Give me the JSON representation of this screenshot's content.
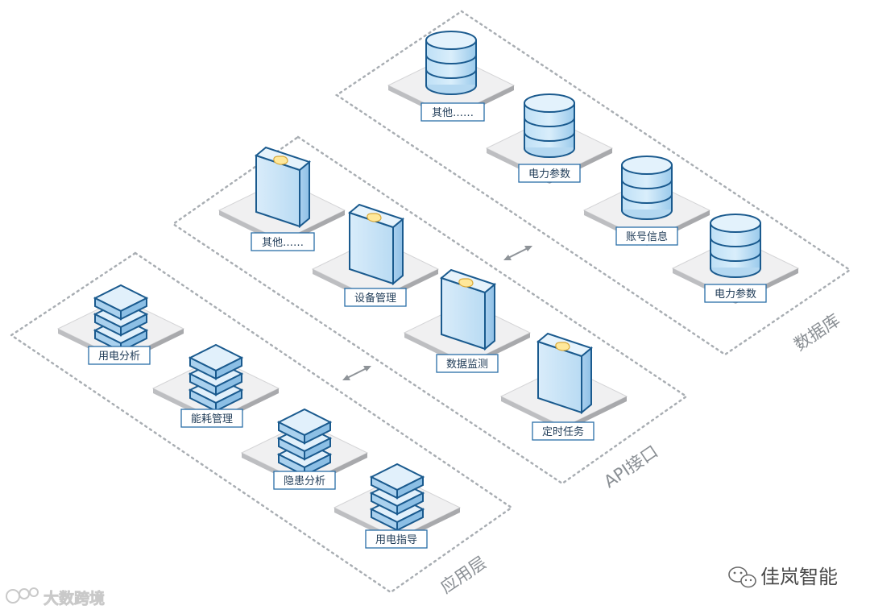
{
  "layers": {
    "database": {
      "title": "数据库",
      "nodes": [
        "其他……",
        "电力参数",
        "账号信息",
        "电力参数"
      ]
    },
    "api": {
      "title": "API接口",
      "nodes": [
        "其他……",
        "设备管理",
        "数据监测",
        "定时任务"
      ]
    },
    "app": {
      "title": "应用层",
      "nodes": [
        "用电分析",
        "能耗管理",
        "隐患分析",
        "用电指导"
      ]
    }
  },
  "watermarks": {
    "left": "大数跨境",
    "right": "佳岚智能"
  },
  "colors": {
    "node_blue": "#cfe6f7",
    "node_dark": "#1a5a8e",
    "label_border": "#2a6ea8",
    "layer_border": "#a9aeb3"
  }
}
